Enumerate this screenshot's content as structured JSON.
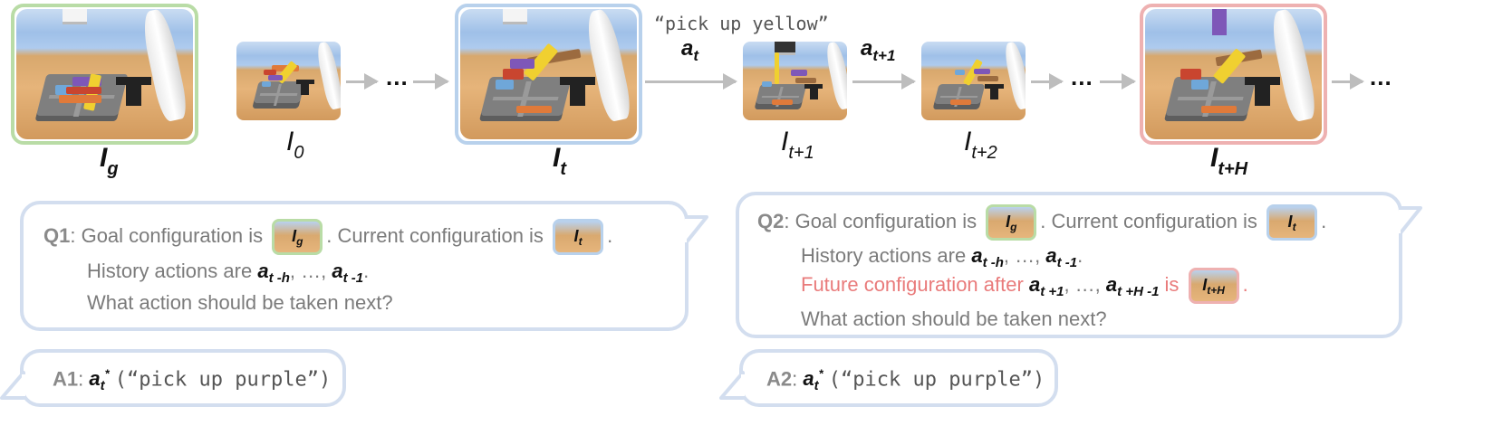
{
  "images": {
    "goal": {
      "label_main": "I",
      "label_sub": "g"
    },
    "init": {
      "label_main": "I",
      "label_sub": "0"
    },
    "current": {
      "label_main": "I",
      "label_sub": "t"
    },
    "next1": {
      "label_main": "I",
      "label_sub": "t+1"
    },
    "next2": {
      "label_main": "I",
      "label_sub": "t+2"
    },
    "future": {
      "label_main": "I",
      "label_sub": "t+H"
    }
  },
  "ellipsis": "...",
  "action_text": "“pick up yellow”",
  "action_a_t": {
    "main": "a",
    "sub": "t"
  },
  "action_a_t1": {
    "main": "a",
    "sub": "t+1"
  },
  "colors": {
    "goal_border": "#b9dca6",
    "current_border": "#b8d1ec",
    "future_border": "#eeb1b1",
    "bubble_border": "#d3deef",
    "future_text": "#e97b7b"
  },
  "q1": {
    "key": "Q1",
    "goal_text": ": Goal configuration is",
    "current_text": ". Current configuration is",
    "end": ".",
    "history_text": "History actions are",
    "history_actions": "a t-h , …, a t-1.",
    "question": "What action should be taken next?"
  },
  "q2": {
    "key": "Q2",
    "goal_text": ": Goal configuration is",
    "current_text": ". Current configuration is",
    "end": ".",
    "history_text": "History actions are",
    "future_text_a": "Future configuration after",
    "future_text_b": "is",
    "future_end": ".",
    "question": "What action should be taken next?"
  },
  "a1": {
    "key": "A1",
    "answer": "(“pick up purple”)"
  },
  "a2": {
    "key": "A2",
    "answer": "(“pick up purple”)"
  }
}
